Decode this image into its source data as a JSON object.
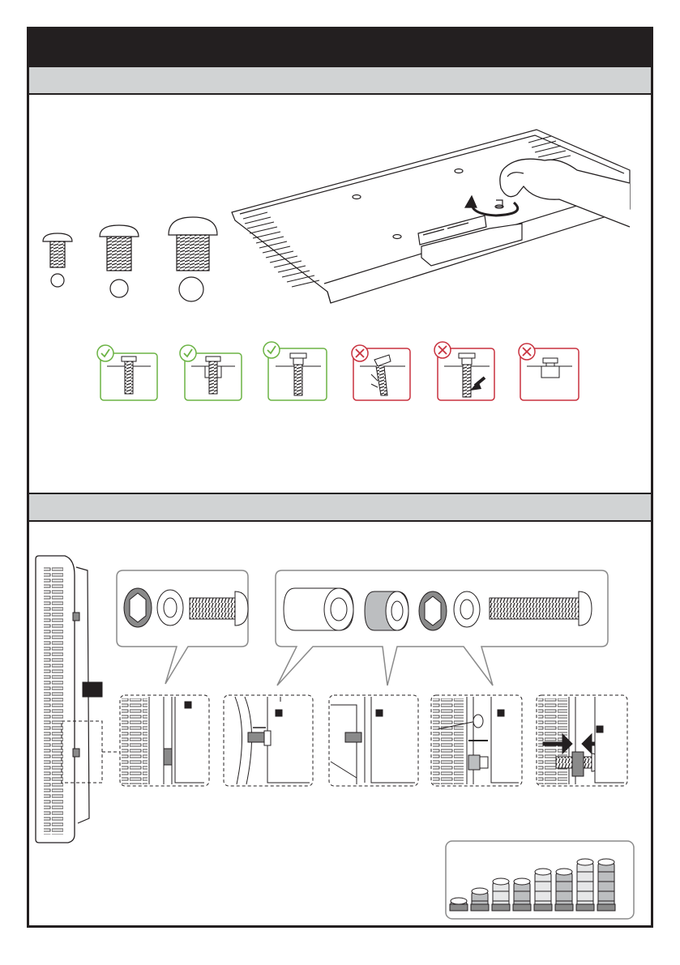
{
  "colors": {
    "frame": "#231f20",
    "band": "#d1d3d4",
    "ok_green": "#6bb344",
    "bad_red": "#c8313e",
    "panel_grey": "#8a8a8a"
  },
  "section1": {
    "screw_sizes": [
      {
        "name": "small-screw"
      },
      {
        "name": "medium-screw"
      },
      {
        "name": "large-screw"
      }
    ],
    "screw_checks": [
      {
        "status": "ok",
        "icon": "check-icon"
      },
      {
        "status": "ok",
        "icon": "check-icon"
      },
      {
        "status": "ok",
        "icon": "check-icon"
      },
      {
        "status": "bad",
        "icon": "cross-icon"
      },
      {
        "status": "bad",
        "icon": "cross-icon"
      },
      {
        "status": "bad",
        "icon": "cross-icon"
      }
    ]
  },
  "section2": {
    "steps": 5,
    "spacer_heights": [
      1,
      2,
      3,
      3,
      4,
      4,
      5,
      5
    ]
  }
}
